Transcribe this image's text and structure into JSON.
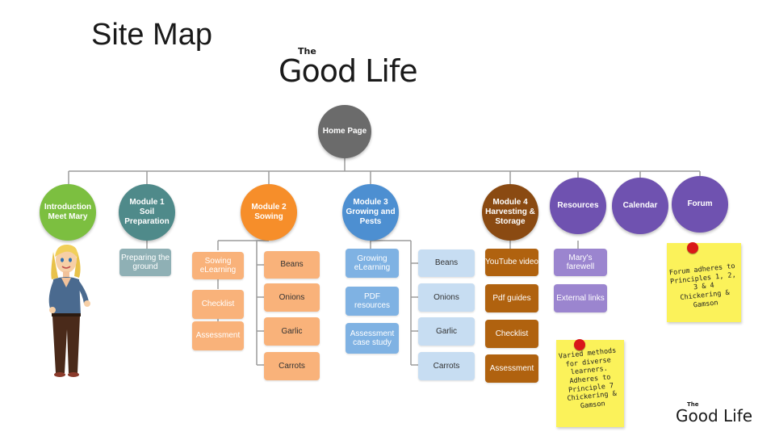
{
  "title": "Site Map",
  "logo": {
    "small": "The",
    "big": "Good Life"
  },
  "home": {
    "label": "Home Page",
    "color": "#6b6b6b"
  },
  "modules": [
    {
      "key": "intro",
      "label": "Introduction Meet Mary",
      "color": "#7cbf40"
    },
    {
      "key": "m1",
      "label": "Module 1 Soil Preparation",
      "color": "#4f8a8a"
    },
    {
      "key": "m2",
      "label": "Module 2 Sowing",
      "color": "#f68e2a"
    },
    {
      "key": "m3",
      "label": "Module 3 Growing and Pests",
      "color": "#4d8fd1"
    },
    {
      "key": "m4",
      "label": "Module 4 Harvesting & Storage",
      "color": "#8a4a12"
    },
    {
      "key": "resources",
      "label": "Resources",
      "color": "#6f52b0"
    },
    {
      "key": "calendar",
      "label": "Calendar",
      "color": "#6f52b0"
    },
    {
      "key": "forum",
      "label": "Forum",
      "color": "#6f52b0"
    }
  ],
  "m1_items": [
    "Preparing the ground"
  ],
  "m2_left": [
    "Sowing eLearning",
    "Checklist",
    "Assessment"
  ],
  "m2_right": [
    "Beans",
    "Onions",
    "Garlic",
    "Carrots"
  ],
  "m3_left": [
    "Growing eLearning",
    "PDF resources",
    "Assessment case study"
  ],
  "m3_right": [
    "Beans",
    "Onions",
    "Garlic",
    "Carrots"
  ],
  "m4_items": [
    "YouTube video",
    "Pdf guides",
    "Checklist",
    "Assessment"
  ],
  "res_items": [
    "Mary's farewell",
    "External links"
  ],
  "notes": {
    "forum": "Forum adheres to\nPrinciples 1, 2, 3 & 4\nChickering  & Gamson",
    "varied": "Varied methods\nfor diverse\nlearners.\nAdheres to\nPrinciple 7\nChickering &\nGamson"
  },
  "colors": {
    "m1_box": "#8fb0b5",
    "m2_box": "#f9b27a",
    "m3_box": "#7fb2e3",
    "m3_sub": "#c7ddf2",
    "m4_box": "#b0620f",
    "res_box": "#9b85cf",
    "note": "#fbf25a",
    "pin": "#d91818"
  }
}
